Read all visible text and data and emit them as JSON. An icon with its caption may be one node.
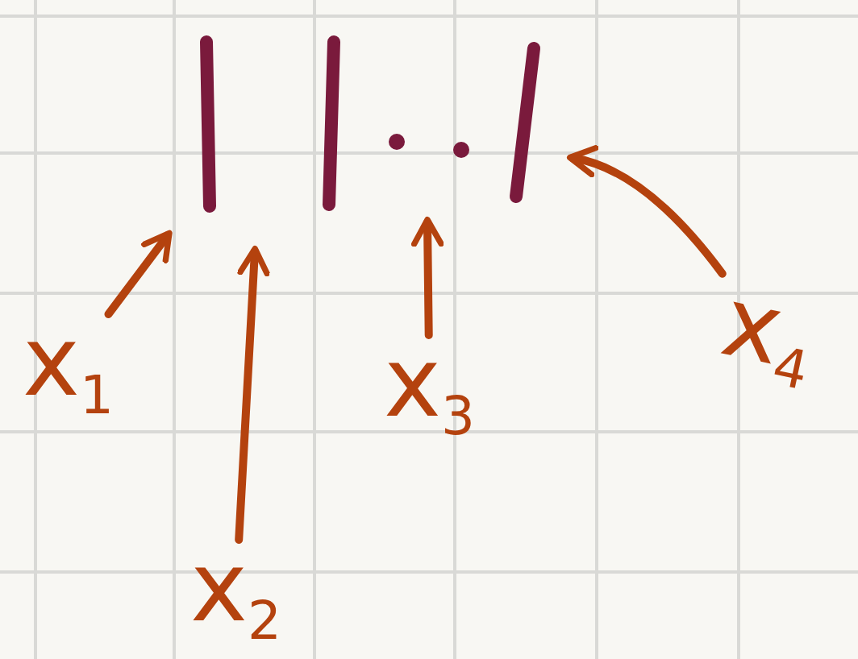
{
  "diagram": {
    "nodes": [
      {
        "text": [],
        "shape": "picture"
      },
      {
        "text": [
          "x$_{1}$"
        ]
      },
      {
        "text": [
          "x$_{2}$"
        ]
      },
      {
        "text": [
          "x$_{3}$"
        ]
      },
      {
        "text": [
          "x$_{4}$"
        ]
      }
    ],
    "edges": [
      {
        "from": 1,
        "to": 0,
        "arrow": "to"
      },
      {
        "from": 2,
        "to": 0,
        "arrow": "to"
      },
      {
        "from": 3,
        "to": 0,
        "arrow": "to"
      },
      {
        "from": 4,
        "to": 0,
        "arrow": "to"
      }
    ]
  }
}
